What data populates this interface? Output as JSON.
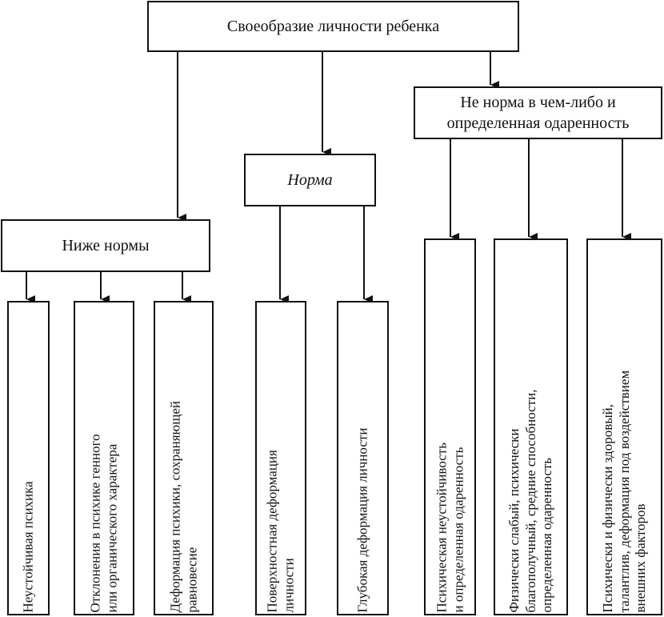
{
  "root": {
    "label": "Своеобразие личности ребенка"
  },
  "categories": {
    "below": {
      "label": "Ниже нормы"
    },
    "norm": {
      "label": "Норма"
    },
    "not_norm": {
      "label_line1": "Не норма в чем-либо и",
      "label_line2": "определенная одаренность"
    }
  },
  "leaves": {
    "below": [
      {
        "line1": "Неустойчивая психика",
        "line2": ""
      },
      {
        "line1": "Отклонения в психике генного",
        "line2": "или органического характера"
      },
      {
        "line1": "Деформация психики, сохраняющей",
        "line2": "равновесие"
      }
    ],
    "norm": [
      {
        "line1": "Поверхностная деформация",
        "line2": "личности"
      },
      {
        "line1": "Глубокая деформация личности",
        "line2": ""
      }
    ],
    "not_norm": [
      {
        "line1": "Психическая неустойчивость",
        "line2": "и определенная одаренность",
        "line3": ""
      },
      {
        "line1": "Физически слабый, психически",
        "line2": "благополучный, средние способности,",
        "line3": "определенная одаренность"
      },
      {
        "line1": "Психически и физически здоровый,",
        "line2": "талантлив, деформация под воздействием",
        "line3": "внешних факторов"
      }
    ]
  }
}
